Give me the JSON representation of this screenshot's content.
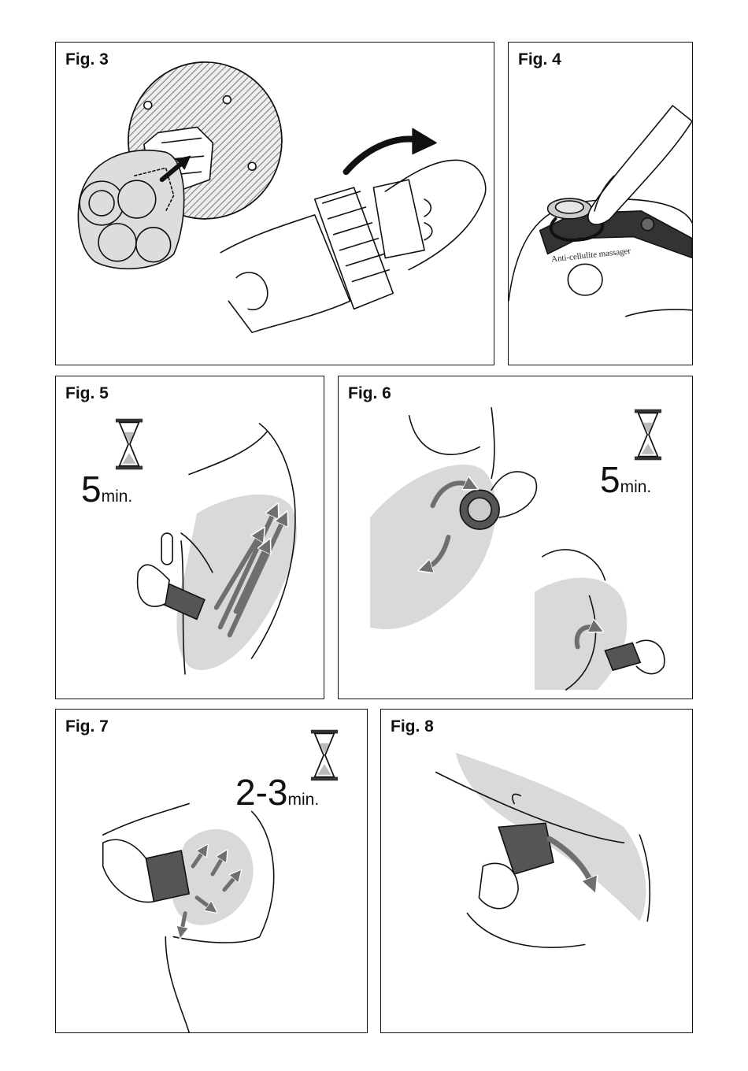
{
  "figures": [
    {
      "label": "Fig. 3"
    },
    {
      "label": "Fig. 4",
      "device_text": "Anti-cellulite massager"
    },
    {
      "label": "Fig. 5",
      "time": "5",
      "unit": "min."
    },
    {
      "label": "Fig. 6",
      "time": "5",
      "unit": "min."
    },
    {
      "label": "Fig. 7",
      "time": "2-3",
      "unit": "min."
    },
    {
      "label": "Fig. 8"
    }
  ],
  "colors": {
    "ink": "#111111",
    "shade": "#d9d9d9",
    "arrow": "#6f6f6f",
    "ring": "#555555"
  }
}
